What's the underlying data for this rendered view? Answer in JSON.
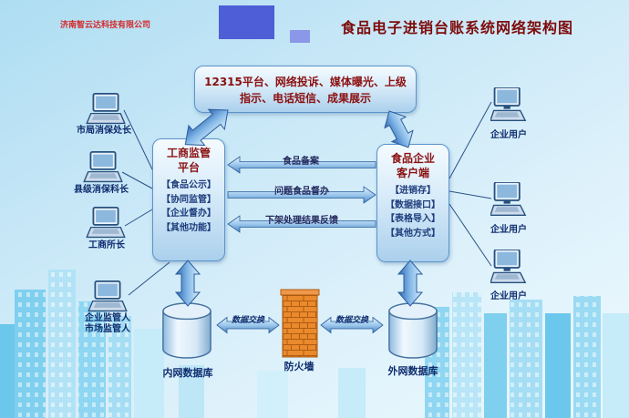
{
  "header": {
    "company": "济南智云达科技有限公司",
    "title": "食品电子进销台账系统网络架构图"
  },
  "external_channels": {
    "line1": "12315平台、网络投诉、媒体曝光、上级",
    "line2": "指示、电话短信、成果展示"
  },
  "regulator_platform": {
    "title_lines": [
      "工商监管",
      "平台"
    ],
    "items": [
      "【食品公示】",
      "【协同监管】",
      "【企业督办】",
      "【其他功能】"
    ]
  },
  "enterprise_client": {
    "title_lines": [
      "食品企业",
      "客户端"
    ],
    "items": [
      "【进销存】",
      "【数据接口】",
      "【表格导入】",
      "【其他方式】"
    ]
  },
  "left_users": [
    {
      "lines": [
        "市局消保处长"
      ]
    },
    {
      "lines": [
        "县级消保科长"
      ]
    },
    {
      "lines": [
        "工商所长"
      ]
    },
    {
      "lines": [
        "企业监管人",
        "市场监管人"
      ]
    }
  ],
  "right_users": [
    {
      "label": "企业用户"
    },
    {
      "label": "企业用户"
    },
    {
      "label": "企业用户"
    }
  ],
  "flows": {
    "filing": "食品备案",
    "supervision": "问题食品督办",
    "feedback": "下架处理结果反馈",
    "exchange_left": "数据交换",
    "exchange_right": "数据交换"
  },
  "infrastructure": {
    "internal_db": "内网数据库",
    "firewall": "防火墙",
    "external_db": "外网数据库"
  },
  "icons": {
    "left_user": "laptop-icon",
    "right_user": "desktop-icon",
    "database": "database-cylinder-icon",
    "firewall": "brick-wall-icon",
    "links": "double-arrow-icon"
  },
  "colors": {
    "title_red": "#7e0c0c",
    "box_border_blue": "#5b93cc",
    "arrow_blue": "#2e69b2",
    "firewall_orange": "#ea8a2c"
  }
}
